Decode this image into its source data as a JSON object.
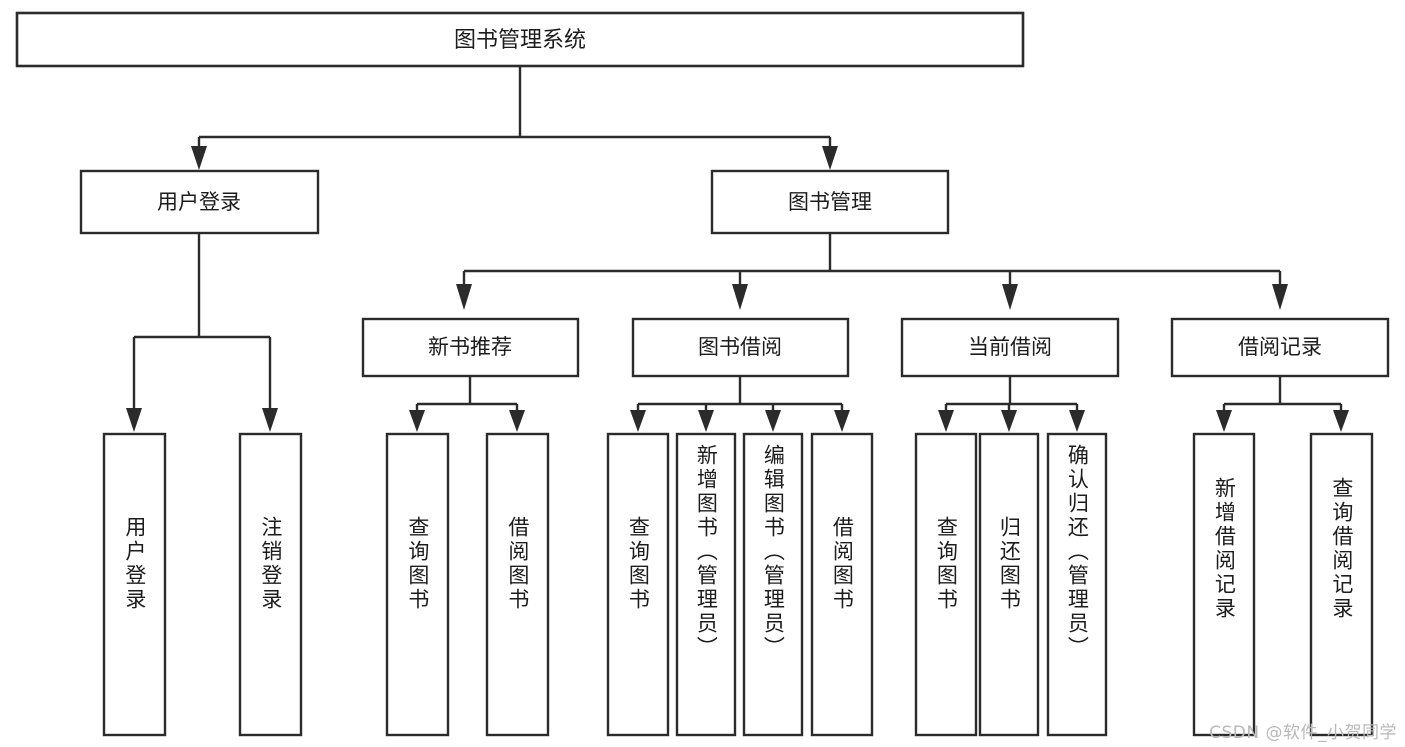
{
  "diagram": {
    "title": "图书管理系统",
    "type": "tree",
    "colors": {
      "stroke": "#2b2b2b",
      "box_fill": "#ffffff",
      "text": "#1c1c1c",
      "background": "#ffffff",
      "watermark": "#b9b9b9"
    },
    "root": {
      "label": "图书管理系统"
    },
    "level1": [
      {
        "id": "user-login",
        "label": "用户登录"
      },
      {
        "id": "book-management",
        "label": "图书管理"
      }
    ],
    "level2": [
      {
        "id": "new-book-recommend",
        "label": "新书推荐"
      },
      {
        "id": "book-borrow",
        "label": "图书借阅"
      },
      {
        "id": "current-borrow",
        "label": "当前借阅"
      },
      {
        "id": "borrow-record",
        "label": "借阅记录"
      }
    ],
    "leaves": {
      "user_login": [
        {
          "id": "leaf-user-login",
          "label": "用户登录"
        },
        {
          "id": "leaf-logout-login",
          "label": "注销登录"
        }
      ],
      "new_book_recommend": [
        {
          "id": "leaf-query-book-1",
          "label": "查询图书"
        },
        {
          "id": "leaf-borrow-book-1",
          "label": "借阅图书"
        }
      ],
      "book_borrow": [
        {
          "id": "leaf-query-book-2",
          "label": "查询图书"
        },
        {
          "id": "leaf-add-book",
          "label": "新增图书（管理员）"
        },
        {
          "id": "leaf-edit-book",
          "label": "编辑图书（管理员）"
        },
        {
          "id": "leaf-borrow-book-2",
          "label": "借阅图书"
        }
      ],
      "current_borrow": [
        {
          "id": "leaf-query-book-3",
          "label": "查询图书"
        },
        {
          "id": "leaf-return-book",
          "label": "归还图书"
        },
        {
          "id": "leaf-confirm-return",
          "label": "确认归还（管理员）"
        }
      ],
      "borrow_record": [
        {
          "id": "leaf-add-record",
          "label": "新增借阅记录"
        },
        {
          "id": "leaf-query-record",
          "label": "查询借阅记录"
        }
      ]
    }
  },
  "watermark": {
    "text": "CSDN @软件_小贺同学"
  }
}
